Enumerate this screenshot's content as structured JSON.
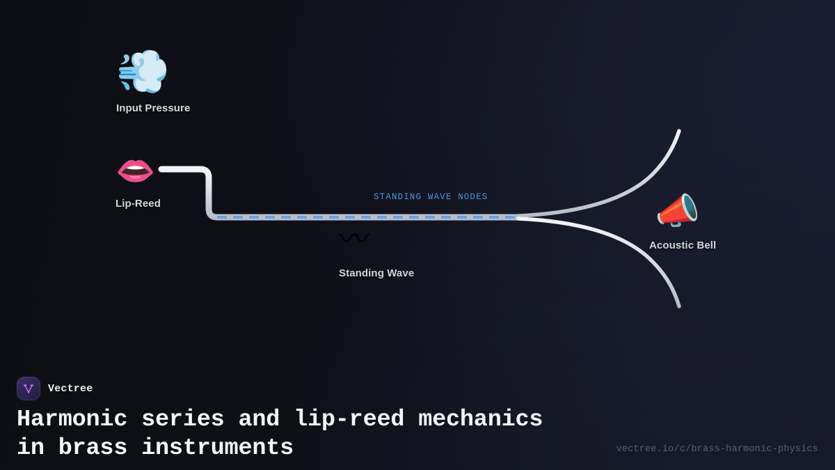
{
  "background": {
    "base_color": "#0e0f16",
    "accent_glow": "#1b1e33"
  },
  "diagram": {
    "tube_color": "#d8dce4",
    "node_line_color": "#5b9ae8",
    "annotation": {
      "text": "STANDING WAVE NODES",
      "color": "#4f92e8"
    },
    "nodes": [
      {
        "id": "input-pressure",
        "label": "Input Pressure",
        "icon": "💨",
        "icon_name": "wind-gust-icon"
      },
      {
        "id": "lip-reed",
        "label": "Lip-Reed",
        "icon": "👄",
        "icon_name": "lips-icon"
      },
      {
        "id": "standing-wave",
        "label": "Standing Wave",
        "icon": "〰",
        "icon_name": "wavy-dash-icon"
      },
      {
        "id": "acoustic-bell",
        "label": "Acoustic Bell",
        "icon": "📣",
        "icon_name": "megaphone-icon"
      }
    ]
  },
  "footer": {
    "brand_name": "Vectree",
    "logo_name": "vectree-logo",
    "title_line_1": "Harmonic series and lip-reed mechanics",
    "title_line_2": "in brass instruments",
    "url": "vectree.io/c/brass-harmonic-physics"
  }
}
